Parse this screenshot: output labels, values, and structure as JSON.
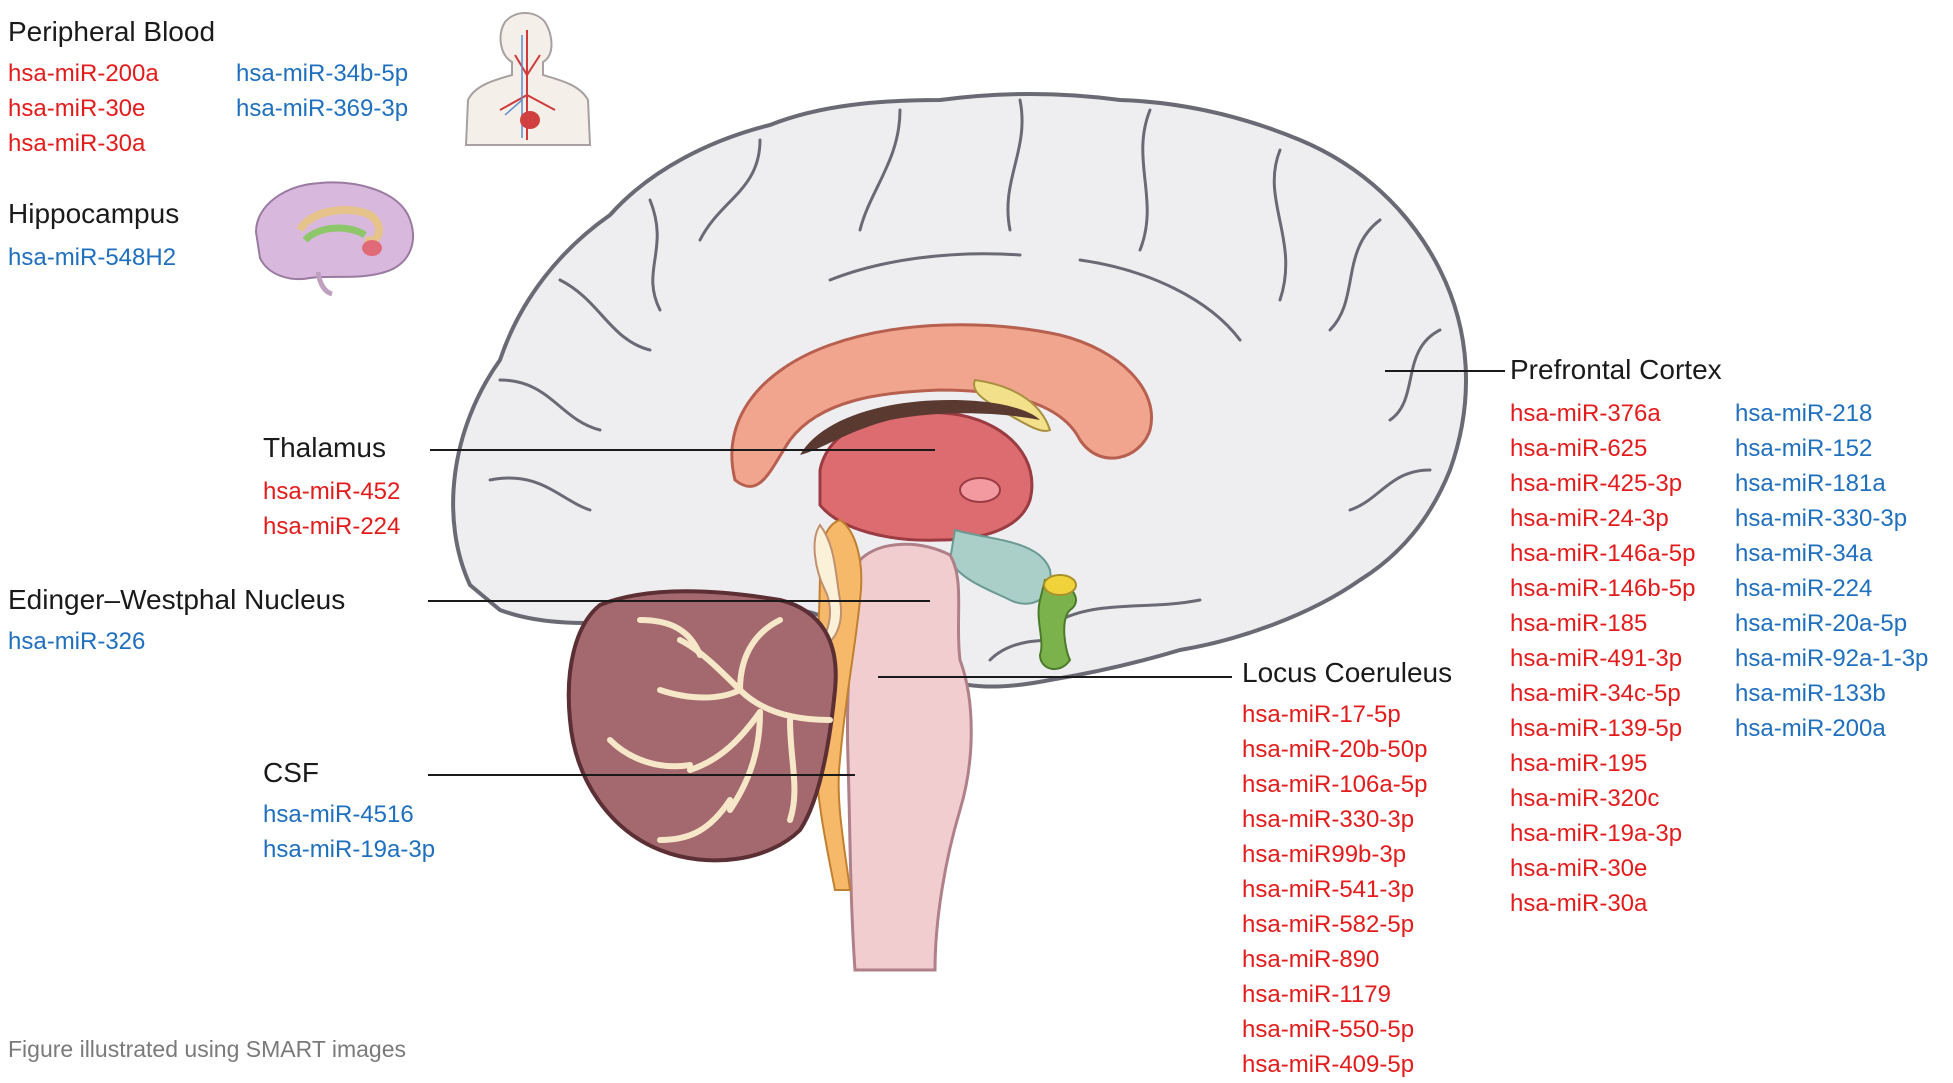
{
  "sections": {
    "peripheral_blood": {
      "title": "Peripheral Blood",
      "red": [
        "hsa-miR-200a",
        "hsa-miR-30e",
        "hsa-miR-30a"
      ],
      "blue": [
        "hsa-miR-34b-5p",
        "hsa-miR-369-3p"
      ]
    },
    "hippocampus": {
      "title": "Hippocampus",
      "blue": [
        "hsa-miR-548H2"
      ]
    },
    "thalamus": {
      "title": "Thalamus",
      "red": [
        "hsa-miR-452",
        "hsa-miR-224"
      ]
    },
    "edinger_westphal": {
      "title": "Edinger–Westphal Nucleus",
      "blue": [
        "hsa-miR-326"
      ]
    },
    "csf": {
      "title": "CSF",
      "blue": [
        "hsa-miR-4516",
        "hsa-miR-19a-3p"
      ]
    },
    "locus_coeruleus": {
      "title": "Locus Coeruleus",
      "red": [
        "hsa-miR-17-5p",
        "hsa-miR-20b-50p",
        "hsa-miR-106a-5p",
        "hsa-miR-330-3p",
        "hsa-miR99b-3p",
        "hsa-miR-541-3p",
        "hsa-miR-582-5p",
        "hsa-miR-890",
        "hsa-miR-1179",
        "hsa-miR-550-5p",
        "hsa-miR-409-5p"
      ]
    },
    "prefrontal_cortex": {
      "title": "Prefrontal Cortex",
      "red": [
        "hsa-miR-376a",
        "hsa-miR-625",
        "hsa-miR-425-3p",
        "hsa-miR-24-3p",
        "hsa-miR-146a-5p",
        "hsa-miR-146b-5p",
        "hsa-miR-185",
        "hsa-miR-491-3p",
        "hsa-miR-34c-5p",
        "hsa-miR-139-5p",
        "hsa-miR-195",
        "hsa-miR-320c",
        "hsa-miR-19a-3p",
        "hsa-miR-30e",
        "hsa-miR-30a"
      ],
      "blue": [
        "hsa-miR-218",
        "hsa-miR-152",
        "hsa-miR-181a",
        "hsa-miR-330-3p",
        "hsa-miR-34a",
        "hsa-miR-224",
        "hsa-miR-20a-5p",
        "hsa-miR-92a-1-3p",
        "hsa-miR-133b",
        "hsa-miR-200a"
      ]
    }
  },
  "footer": "Figure illustrated using SMART images",
  "colors": {
    "upregulated_text": "#e31b1b",
    "downregulated_text": "#1f6fbf",
    "label_text": "#1a1a1a",
    "footer_text": "#7a7a7a",
    "cortex_fill": "#eeeef1",
    "corpus_callosum": "#f2a58e",
    "thalamus": "#dd6c70",
    "cerebellum": "#a4696f",
    "brainstem": "#f1cdd0"
  },
  "icons": [
    "body-circulation-icon",
    "hippocampus-brain-icon"
  ]
}
